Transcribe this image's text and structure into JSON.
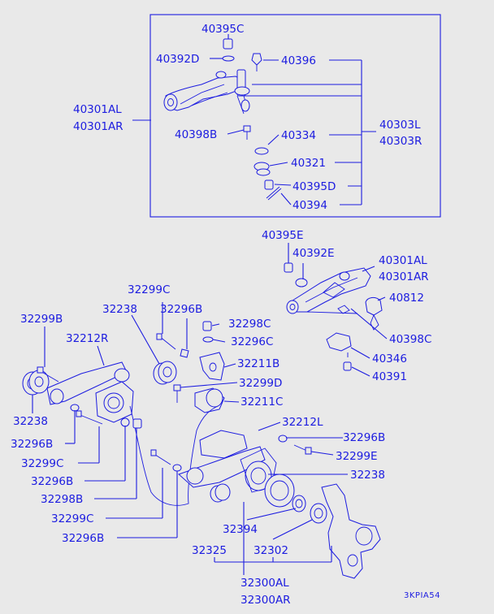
{
  "labels": {
    "p40395C": "40395C",
    "p40392D": "40392D",
    "p40396": "40396",
    "p40301AL_top": "40301AL",
    "p40301AR_top": "40301AR",
    "p40398B": "40398B",
    "p40334": "40334",
    "p40303L": "40303L",
    "p40303R": "40303R",
    "p40321": "40321",
    "p40395D": "40395D",
    "p40394": "40394",
    "p40395E": "40395E",
    "p40392E": "40392E",
    "p40301AL_mid": "40301AL",
    "p40301AR_mid": "40301AR",
    "p40812": "40812",
    "p40398C": "40398C",
    "p40346": "40346",
    "p40391": "40391",
    "p32299C_top": "32299C",
    "p32238_top": "32238",
    "p32296B_top": "32296B",
    "p32299B": "32299B",
    "p32298C": "32298C",
    "p32212R": "32212R",
    "p32296C": "32296C",
    "p32211B": "32211B",
    "p32299D": "32299D",
    "p32211C": "32211C",
    "p32238_left": "32238",
    "p32212L": "32212L",
    "p32296B_left1": "32296B",
    "p32296B_right": "32296B",
    "p32299C_left1": "32299C",
    "p32299E": "32299E",
    "p32296B_left2": "32296B",
    "p32238_right": "32238",
    "p32298B": "32298B",
    "p32299C_left2": "32299C",
    "p32394": "32394",
    "p32296B_left3": "32296B",
    "p32325": "32325",
    "p32302": "32302",
    "p32300AL": "32300AL",
    "p32300AR": "32300AR",
    "code": "3KPIA54"
  }
}
